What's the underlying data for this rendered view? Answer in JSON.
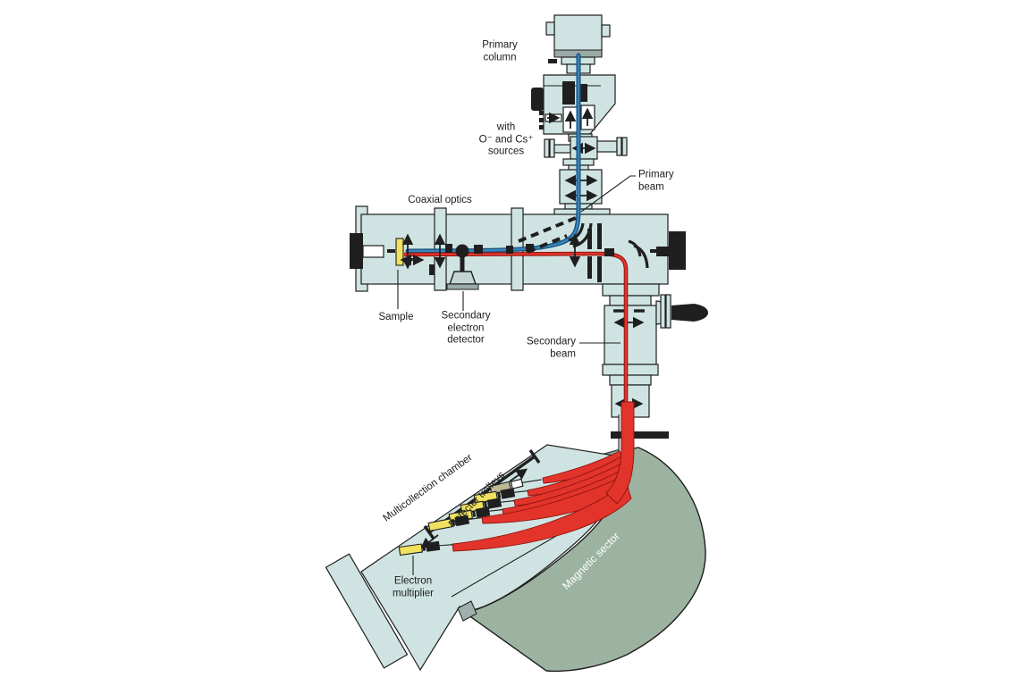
{
  "figure": {
    "labels": {
      "primary_column": "Primary\ncolumn",
      "sources": "with\nO⁻ and Cs⁺\nsources",
      "primary_beam": "Primary\nbeam",
      "coaxial_optics": "Coaxial optics",
      "sample": "Sample",
      "secondary_electron_detector": "Secondary\nelectron\ndetector",
      "secondary_beam": "Secondary\nbeam",
      "multicollection_chamber": "Multicollection chamber",
      "detector_trolleys": "Detector trolleys",
      "electron_multiplier": "Electron\nmultiplier",
      "magnetic_sector": "Magnetic sector"
    },
    "colors": {
      "body": "#cfe4e2",
      "line": "#1f1f1f",
      "gray": "#9aaaa7",
      "magnet": "#9cb3a1",
      "magnetDark": "#8ba394",
      "blue": "#3786bd",
      "blueDark": "#17517e",
      "red": "#e2342b",
      "redDark": "#8c130d",
      "sampleYellow": "#f0e15e",
      "trolleyTan": "#bfb894"
    }
  }
}
